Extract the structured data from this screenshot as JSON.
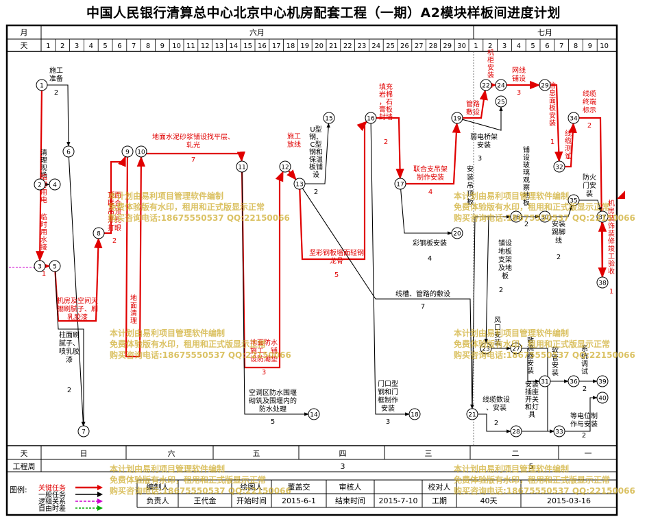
{
  "title": "中国人民银行清算总中心北京中心机房配套工程（一期）A2模块样板间进度计划",
  "header": {
    "month_label": "月",
    "day_label": "天",
    "months": [
      "六月",
      "七月"
    ],
    "days": [
      "1",
      "2",
      "3",
      "4",
      "5",
      "6",
      "7",
      "8",
      "9",
      "10",
      "11",
      "12",
      "13",
      "14",
      "15",
      "16",
      "17",
      "18",
      "19",
      "20",
      "21",
      "22",
      "23",
      "24",
      "25",
      "26",
      "27",
      "28",
      "29",
      "30",
      "1",
      "2",
      "3",
      "4",
      "5",
      "6",
      "7",
      "8",
      "9",
      "10"
    ]
  },
  "footer": {
    "day_label": "天",
    "week_label": "工程周",
    "weekday_marks": [
      "日",
      "六",
      "五",
      "四",
      "三",
      "二",
      "一"
    ],
    "week_numbers": [
      "3",
      "5"
    ],
    "legend_label": "图例:",
    "legend_items": [
      "关键任务",
      "一般任务",
      "逻辑关系",
      "自由时差"
    ],
    "editor_label": "编制人",
    "editor_value": "",
    "drawer_label": "绘图人",
    "drawer_value": "董盖交",
    "reviewer_label": "审核人",
    "reviewer_value": "",
    "checker_label": "校对人",
    "checker_value": "",
    "responsible_label": "负责人",
    "responsible_value": "王代金",
    "start_label": "开始时间",
    "start_value": "2015-6-1",
    "end_label": "结束时间",
    "end_value": "2015-7-10",
    "duration_label": "工期",
    "duration_value": "40天",
    "date_value": "2015-03-16"
  },
  "watermark": {
    "line1": "本计划由易利项目管理软件编制",
    "line2": "免费体验版有水印，租用和正式版显示正常",
    "line3": "购买咨询电话:18675550537 QQ:22150066"
  },
  "colors": {
    "critical": "#e00000",
    "normal": "#000000",
    "logic": "#cc00cc",
    "float": "#00aa00",
    "watermark": "#cdaa28"
  },
  "nodes": [
    {
      "id": "1"
    },
    {
      "id": "2"
    },
    {
      "id": "3"
    },
    {
      "id": "4"
    },
    {
      "id": "5"
    },
    {
      "id": "6"
    },
    {
      "id": "7"
    },
    {
      "id": "8"
    },
    {
      "id": "9"
    },
    {
      "id": "10"
    },
    {
      "id": "11"
    },
    {
      "id": "12"
    },
    {
      "id": "13"
    },
    {
      "id": "14"
    },
    {
      "id": "15"
    },
    {
      "id": "16"
    },
    {
      "id": "17"
    },
    {
      "id": "18"
    },
    {
      "id": "19"
    },
    {
      "id": "20"
    },
    {
      "id": "21"
    },
    {
      "id": "22"
    },
    {
      "id": "23"
    },
    {
      "id": "24"
    },
    {
      "id": "25"
    },
    {
      "id": "26"
    },
    {
      "id": "27"
    },
    {
      "id": "28"
    },
    {
      "id": "29"
    },
    {
      "id": "30"
    },
    {
      "id": "31"
    },
    {
      "id": "32"
    },
    {
      "id": "33"
    },
    {
      "id": "34"
    },
    {
      "id": "35"
    },
    {
      "id": "36"
    },
    {
      "id": "37"
    },
    {
      "id": "38"
    },
    {
      "id": "39"
    },
    {
      "id": "40"
    }
  ],
  "tasks": [
    {
      "name": "施工准备",
      "duration": "2",
      "critical": false
    },
    {
      "name": "清理现场",
      "duration": "",
      "critical": false
    },
    {
      "name": "临时用电",
      "duration": "",
      "critical": true
    },
    {
      "name": "临时用水接",
      "duration": "1",
      "critical": true
    },
    {
      "name": "机房及空间天棚刷腻子、刷乳胶漆",
      "duration": "",
      "critical": true
    },
    {
      "name": "柱面刷腻子、喷乳胶漆",
      "duration": "2",
      "critical": false
    },
    {
      "name": "顶面联合吊顶开孔打眼",
      "duration": "2",
      "critical": true
    },
    {
      "name": "地面清理",
      "duration": "",
      "critical": true
    },
    {
      "name": "地面水泥砂浆铺设找平层、轧光",
      "duration": "7",
      "critical": true
    },
    {
      "name": "地面防水施工、铺设防潮垫",
      "duration": "3",
      "critical": true
    },
    {
      "name": "空调区防水围堰砌筑及围堰内的防水处理",
      "duration": "5",
      "critical": false
    },
    {
      "name": "施工放线",
      "duration": "",
      "critical": true
    },
    {
      "name": "U型钢、C型钢和保温板铺设",
      "duration": "2",
      "critical": false
    },
    {
      "name": "坚彩钢板墙面轻钢龙骨",
      "duration": "5",
      "critical": true
    },
    {
      "name": "填充岩棉，石膏板封墙",
      "duration": "2",
      "critical": true
    },
    {
      "name": "联合支吊架制作安装",
      "duration": "4",
      "critical": true
    },
    {
      "name": "彩钢板安装",
      "duration": "4",
      "critical": false
    },
    {
      "name": "线槽、管路的敷设",
      "duration": "7",
      "critical": false
    },
    {
      "name": "门口型钢和门框制作安装",
      "duration": "3",
      "critical": false
    },
    {
      "name": "管路敷设",
      "duration": "",
      "critical": true
    },
    {
      "name": "弱电桥架安装",
      "duration": "3",
      "critical": false
    },
    {
      "name": "安装吊顶板",
      "duration": "",
      "critical": false
    },
    {
      "name": "机柜安装",
      "duration": "1",
      "critical": true
    },
    {
      "name": "网线铺设",
      "duration": "3",
      "critical": true
    },
    {
      "name": "信息面板安装",
      "duration": "1",
      "critical": true
    },
    {
      "name": "铺设玻璃观察地板",
      "duration": "2",
      "critical": false
    },
    {
      "name": "安装踢脚线",
      "duration": "2",
      "critical": false
    },
    {
      "name": "铺设地板支架及地板",
      "duration": "2",
      "critical": false
    },
    {
      "name": "风口安装",
      "duration": "",
      "critical": false
    },
    {
      "name": "散流器安装",
      "duration": "",
      "critical": false
    },
    {
      "name": "软管安装",
      "duration": "",
      "critical": false
    },
    {
      "name": "安装插座开关和灯具",
      "duration": "",
      "critical": false
    },
    {
      "name": "系统调试",
      "duration": "2",
      "critical": false
    },
    {
      "name": "线缆数设、安装",
      "duration": "2",
      "critical": false
    },
    {
      "name": "等电位制作与安装",
      "duration": "2",
      "critical": false
    },
    {
      "name": "线缆终端标示",
      "duration": "2",
      "critical": true
    },
    {
      "name": "线缆测试",
      "duration": "1",
      "critical": true
    },
    {
      "name": "防火门安装",
      "duration": "",
      "critical": false
    },
    {
      "name": "机房装饰装修竣工验收",
      "duration": "1",
      "critical": true
    }
  ]
}
